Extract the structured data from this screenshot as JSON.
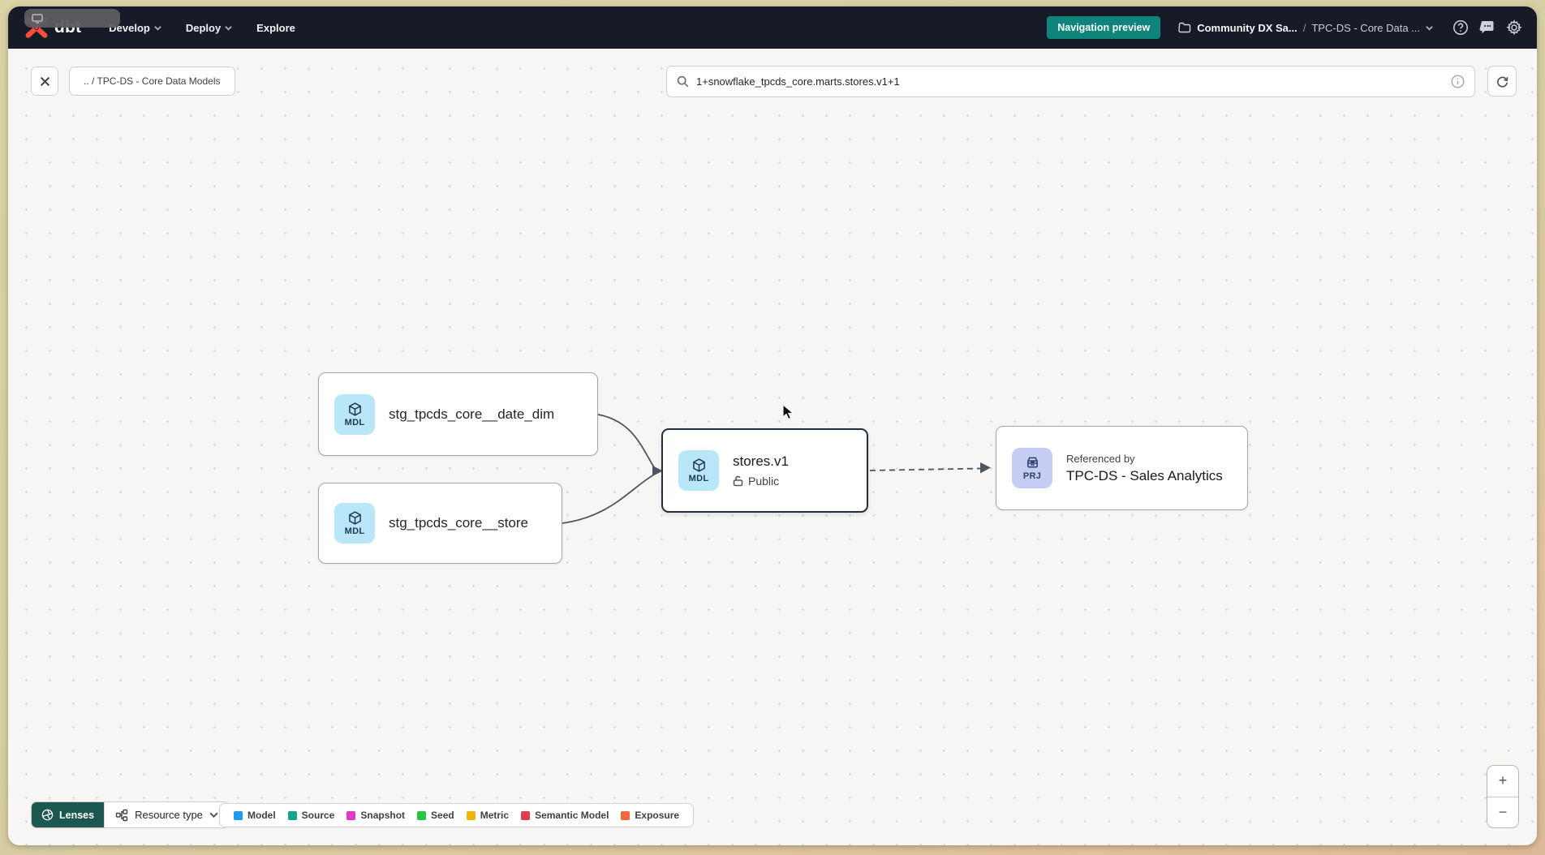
{
  "navbar": {
    "logo_text": "dbt",
    "menus": [
      {
        "label": "Develop",
        "has_chevron": true
      },
      {
        "label": "Deploy",
        "has_chevron": true
      },
      {
        "label": "Explore",
        "has_chevron": false
      }
    ],
    "navigation_preview_label": "Navigation preview",
    "breadcrumb": {
      "account": "Community DX Sa...",
      "separator": "/",
      "project": "TPC-DS - Core Data ..."
    }
  },
  "toolbar": {
    "back_chip_label": ".. / TPC-DS - Core Data Models",
    "search_value": "1+snowflake_tpcds_core.marts.stores.v1+1"
  },
  "graph": {
    "nodes": [
      {
        "id": "stg_tpcds_core__date_dim",
        "badge": "MDL",
        "label": "stg_tpcds_core__date_dim"
      },
      {
        "id": "stg_tpcds_core__store",
        "badge": "MDL",
        "label": "stg_tpcds_core__store"
      },
      {
        "id": "stores.v1",
        "badge": "MDL",
        "label": "stores.v1",
        "visibility": "Public",
        "selected": true
      },
      {
        "id": "tpcds_sales_analytics",
        "badge": "PRJ",
        "overline": "Referenced by",
        "label": "TPC-DS - Sales Analytics"
      }
    ],
    "edges": [
      {
        "from": "stg_tpcds_core__date_dim",
        "to": "stores.v1",
        "style": "solid"
      },
      {
        "from": "stg_tpcds_core__store",
        "to": "stores.v1",
        "style": "solid"
      },
      {
        "from": "stores.v1",
        "to": "tpcds_sales_analytics",
        "style": "dashed"
      }
    ]
  },
  "footer": {
    "lenses_label": "Lenses",
    "resource_type_label": "Resource type",
    "legend": [
      {
        "label": "Model",
        "color": "#1d9bea"
      },
      {
        "label": "Source",
        "color": "#14a38b"
      },
      {
        "label": "Snapshot",
        "color": "#e137ca"
      },
      {
        "label": "Seed",
        "color": "#2bc442"
      },
      {
        "label": "Metric",
        "color": "#eeb504"
      },
      {
        "label": "Semantic Model",
        "color": "#e23a4e"
      },
      {
        "label": "Exposure",
        "color": "#f16a3d"
      }
    ]
  },
  "zoom_controls": {
    "zoom_in": "+",
    "zoom_out": "−"
  },
  "colors": {
    "navbar_bg": "#161b27",
    "accent_teal": "#0f847b",
    "lenses_bg": "#1d5850",
    "logo_orange": "#ff4f38",
    "model_badge_bg": "#b9e6f8",
    "project_badge_bg": "#c6cdf4",
    "selected_node_border": "#232e3e",
    "edge": "#4b5563"
  },
  "icons": {
    "help": "circle-question",
    "feedback": "message-bubble",
    "settings": "gear",
    "folder": "folder",
    "search": "magnifier",
    "info": "circle-info",
    "refresh": "circular-arrow",
    "close": "x-mark",
    "model_badge": "cube",
    "project_badge": "stacked-drawers",
    "visibility_public": "open-lock",
    "lenses": "camera-lens",
    "resource_type": "node-graph",
    "chevron": "chevron-down",
    "zoom_in": "plus",
    "zoom_out": "minus",
    "cursor": "arrow-pointer",
    "screen_share": "monitor"
  }
}
